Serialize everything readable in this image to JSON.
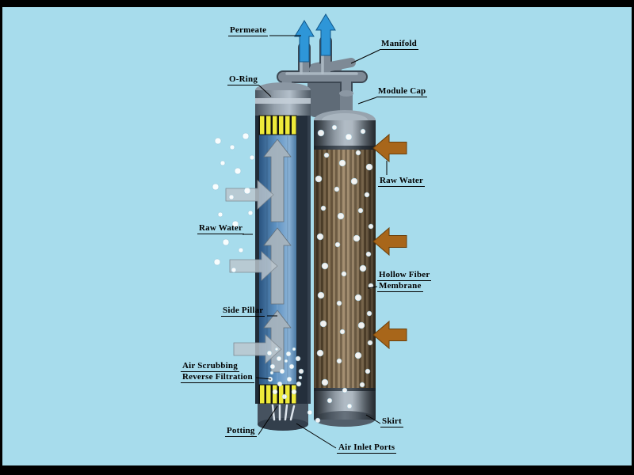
{
  "labels": {
    "permeate": "Permeate",
    "manifold": "Manifold",
    "o_ring": "O-Ring",
    "module_cap": "Module Cap",
    "raw_water_right": "Raw Water",
    "raw_water_left": "Raw Water",
    "hollow_fiber_line1": "Hollow Fiber",
    "hollow_fiber_line2": "Membrane",
    "side_pillar": "Side Pillar",
    "air_scrubbing_line1": "Air Scrubbing",
    "air_scrubbing_line2": "Reverse Filtration",
    "potting": "Potting",
    "air_inlet_ports": "Air Inlet Ports",
    "skirt": "Skirt"
  },
  "colors": {
    "background": "#a7dcec",
    "frame": "#000000",
    "permeate_arrow": "#2e96d8",
    "raw_water_arrow": "#a8661a",
    "feed_arrow": "#bcc6cd",
    "potting_yellow": "#eeea3a",
    "fiber_light": "#9a8260",
    "fiber_dark": "#6a563a",
    "module_gray": "#7e8a96",
    "interior_blue": "#5e92c2"
  }
}
